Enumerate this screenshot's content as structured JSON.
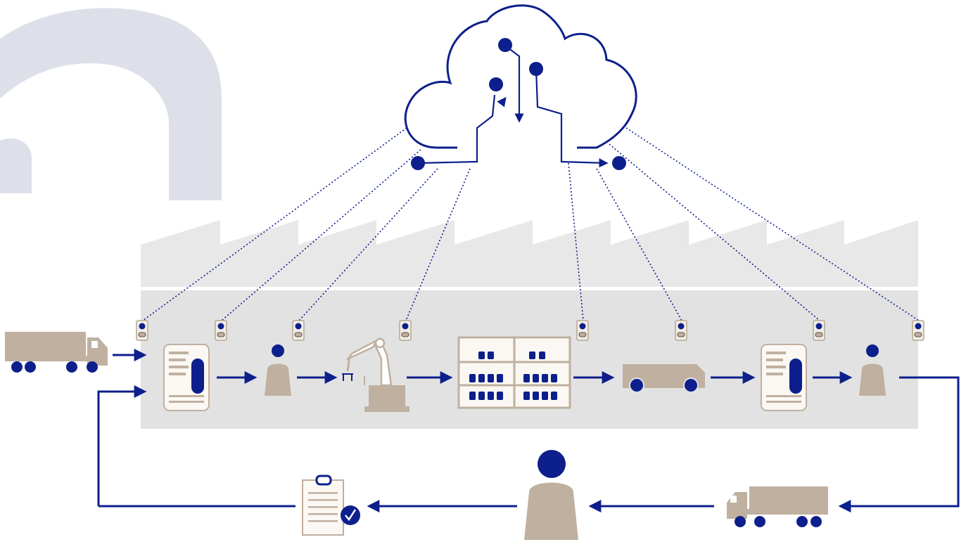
{
  "diagram": {
    "type": "iot-supply-chain-flow",
    "background_digit": "2",
    "colors": {
      "primary": "#0d1f8c",
      "accent_tan": "#bfb0a0",
      "factory_gray": "#e2e2e2",
      "roof_gray": "#e8e8e8",
      "digit_gray": "#dde0e8",
      "white": "#ffffff"
    },
    "nodes": [
      {
        "id": "truck-inbound",
        "icon": "truck-icon"
      },
      {
        "id": "order-doc-1",
        "icon": "document-icon"
      },
      {
        "id": "worker-1",
        "icon": "person-icon"
      },
      {
        "id": "robot-arm",
        "icon": "robot-arm-icon"
      },
      {
        "id": "warehouse-shelf",
        "icon": "shelf-icon"
      },
      {
        "id": "transport-vehicle",
        "icon": "vehicle-icon"
      },
      {
        "id": "order-doc-2",
        "icon": "document-icon"
      },
      {
        "id": "worker-2",
        "icon": "person-icon"
      },
      {
        "id": "truck-outbound",
        "icon": "truck-icon"
      },
      {
        "id": "customer",
        "icon": "person-icon"
      },
      {
        "id": "delivery-confirmation",
        "icon": "clipboard-check-icon"
      },
      {
        "id": "cloud",
        "icon": "cloud-icon"
      }
    ],
    "sensor_count": 8
  }
}
